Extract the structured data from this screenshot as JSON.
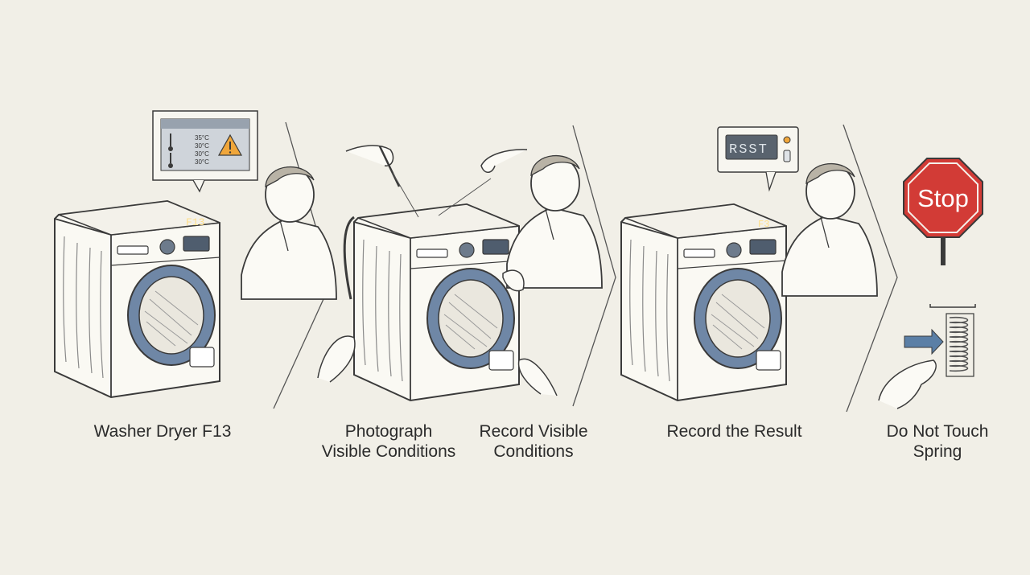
{
  "steps": [
    {
      "caption": "Washer Dryer F13"
    },
    {
      "caption": "Photograph\nVisible Conditions"
    },
    {
      "caption": "Record Visible\nConditions"
    },
    {
      "caption": "Record the Result"
    },
    {
      "caption": "Do Not Touch\nSpring"
    }
  ],
  "panel1": {
    "machine_display": "F13",
    "temperature_readings": [
      "35°C",
      "30°C",
      "30°C",
      "30°C"
    ]
  },
  "panel3": {
    "display_text": "RSST",
    "machine_display": "F3"
  },
  "panel4": {
    "sign_text": "Stop"
  },
  "icons": {
    "warning": "warning-triangle-icon",
    "thermometer": "thermometer-icon",
    "stop": "stop-sign-icon",
    "arrow": "arrow-right-icon",
    "spring": "spring-icon"
  },
  "colors": {
    "background": "#f1efe7",
    "ink": "#3a3a3a",
    "door_ring": "#6f87a6",
    "warning": "#f0a63a",
    "stop_red": "#d23b36",
    "arrow_blue": "#5b7fa6"
  }
}
